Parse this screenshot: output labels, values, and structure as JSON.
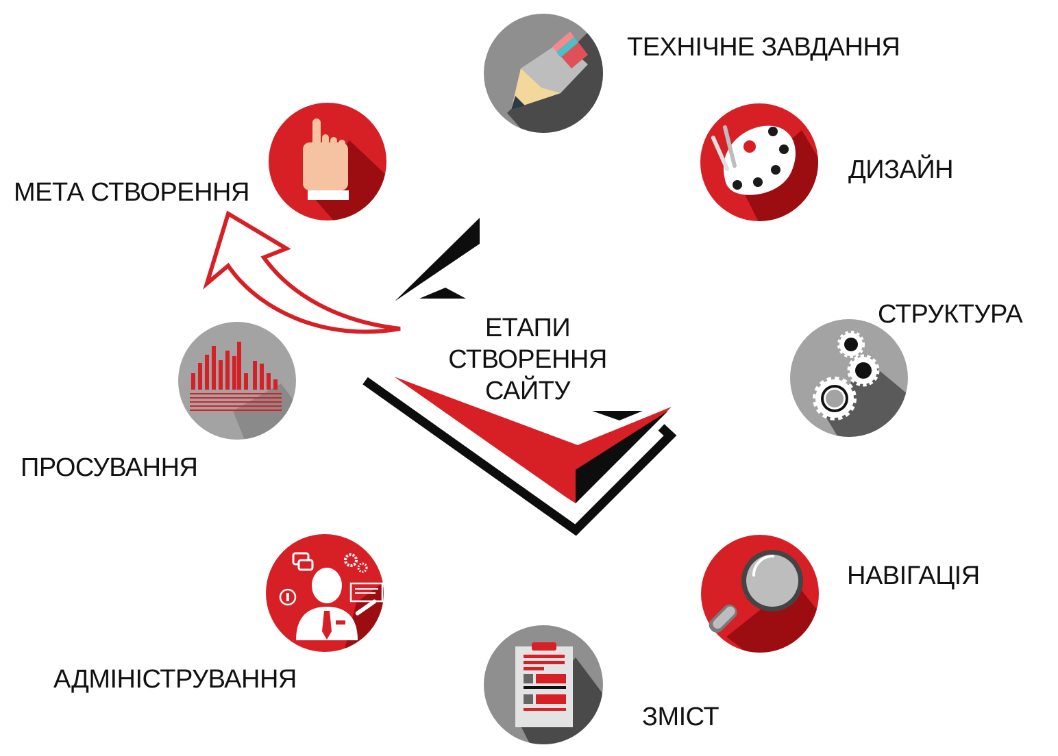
{
  "center": {
    "line1": "ЕТАПИ",
    "line2": "СТВОРЕННЯ",
    "line3": "САЙТУ"
  },
  "stages": {
    "goal": "МЕТА СТВОРЕННЯ",
    "spec": "ТЕХНІЧНЕ ЗАВДАННЯ",
    "design": "ДИЗАЙН",
    "structure": "СТРУКТУРА",
    "navigation": "НАВІГАЦІЯ",
    "content": "ЗМІСТ",
    "admin": "АДМІНІСТРУВАННЯ",
    "promotion": "ПРОСУВАННЯ"
  },
  "colors": {
    "red": "#d71f26",
    "dark_red": "#9c0d12",
    "grey": "#8f8f8f",
    "dark_grey": "#4a4a4a",
    "black": "#0d0d0d"
  },
  "icons": {
    "goal": "pointing-hand-icon",
    "spec": "pencil-icon",
    "design": "palette-icon",
    "structure": "gears-icon",
    "navigation": "magnifier-icon",
    "content": "clipboard-icon",
    "admin": "user-admin-icon",
    "promotion": "bar-chart-icon"
  }
}
